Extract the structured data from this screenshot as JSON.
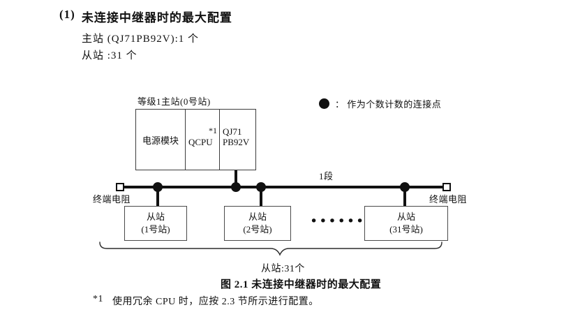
{
  "header": {
    "index": "(1)",
    "title": "未连接中继器时的最大配置",
    "spec_master": "主站 (QJ71PB92V):1 个",
    "spec_slave": "从站 :31 个"
  },
  "diagram": {
    "master": {
      "label": "等级1主站(0号站)",
      "module_power": "电源模块",
      "module_cpu": "QCPU",
      "module_cpu_note": "*1",
      "module_pb_line1": "QJ71",
      "module_pb_line2": "PB92V"
    },
    "legend": {
      "icon": "filled-circle",
      "text": "：  作为个数计数的连接点"
    },
    "bus": {
      "segment_label": "1段",
      "terminator_left_label": "终端电阻",
      "terminator_right_label": "终端电阻"
    },
    "slaves": [
      {
        "line1": "从站",
        "line2": "(1号站)"
      },
      {
        "line1": "从站",
        "line2": "(2号站)"
      },
      {
        "line1": "从站",
        "line2": "(31号站)"
      }
    ],
    "ellipsis": "••••••",
    "slaves_total": "从站:31个"
  },
  "caption": "图 2.1 未连接中继器时的最大配置",
  "footnote": {
    "marker": "*1",
    "text": "使用冗余 CPU 时，应按 2.3 节所示进行配置。"
  }
}
